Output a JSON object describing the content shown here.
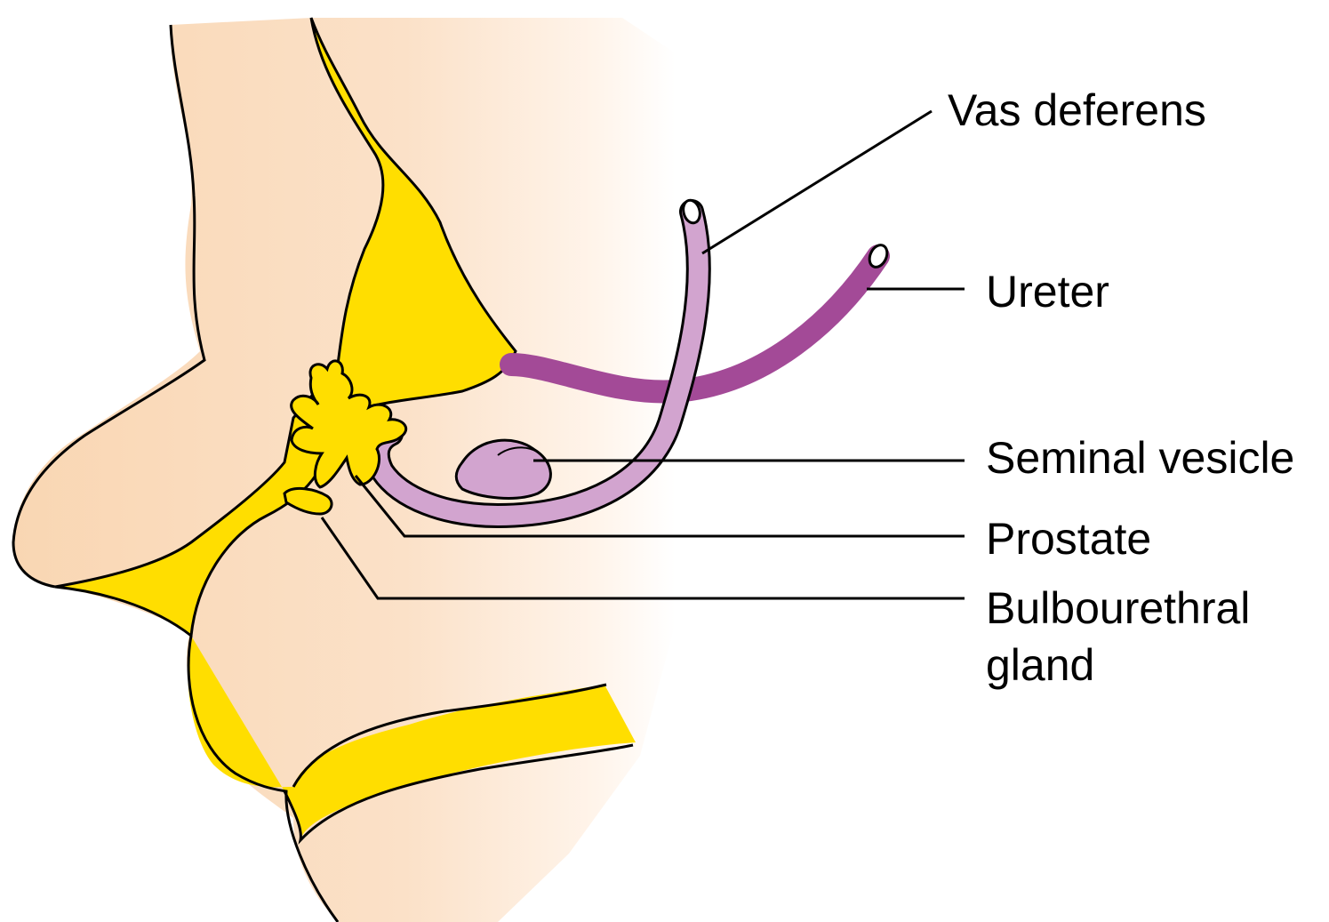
{
  "colors": {
    "background": "#ffffff",
    "skin": "#f9d9b8",
    "skin_edge": "#fff6ee",
    "yellow": "#ffde00",
    "ureter": "#a34a97",
    "vas_deferens": "#d2a4cf",
    "outline": "#000000"
  },
  "labels": {
    "vas_deferens": "Vas deferens",
    "ureter": "Ureter",
    "seminal_vesicle": "Seminal vesicle",
    "prostate": "Prostate",
    "bulbourethral_line1": "Bulbourethral",
    "bulbourethral_line2": "gland"
  }
}
